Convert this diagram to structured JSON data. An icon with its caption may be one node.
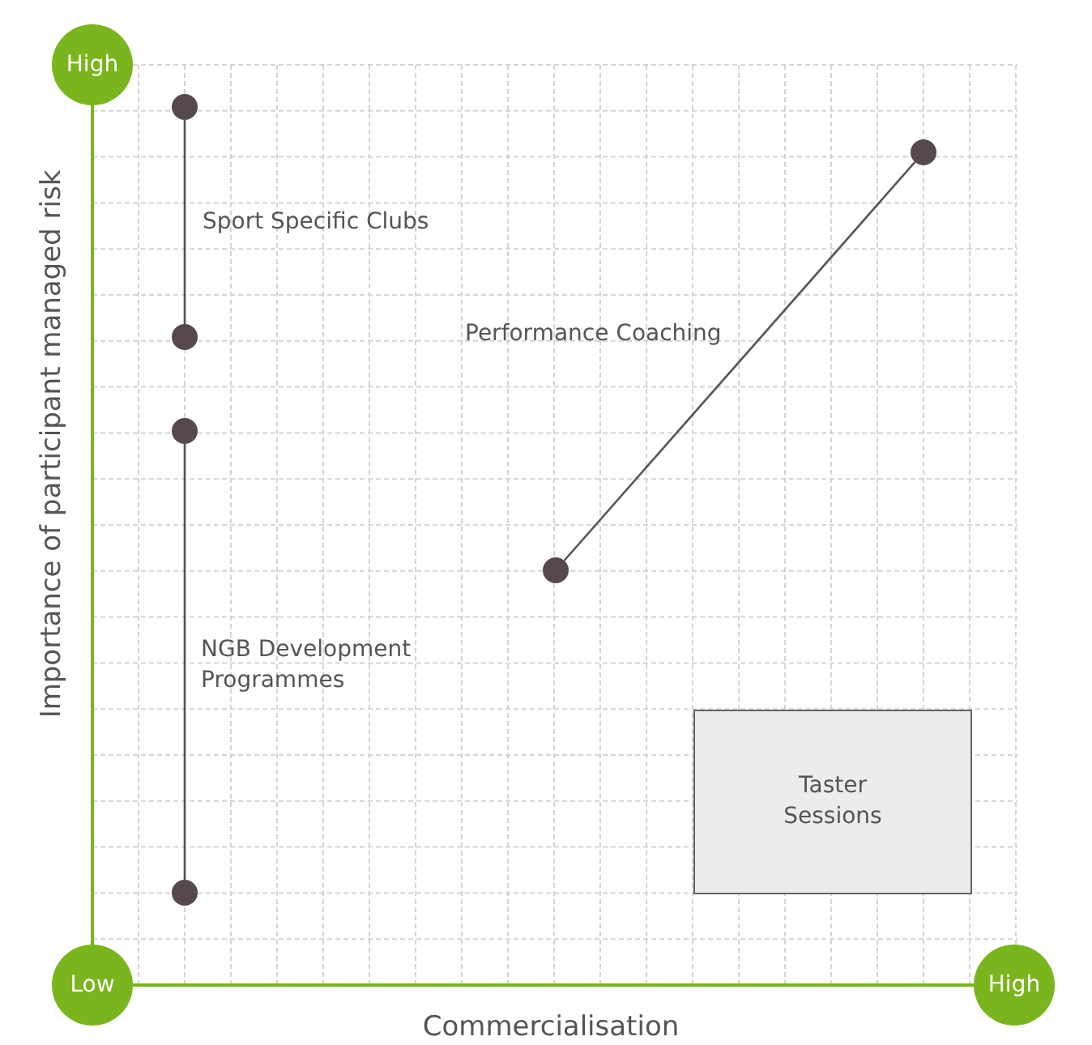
{
  "diagram": {
    "nodes": [
      {
        "text": [
          "High"
        ]
      },
      {
        "text": [],
        "shape": "circle"
      },
      {
        "text": [],
        "shape": "circle"
      },
      {
        "text": [],
        "shape": "circle"
      },
      {
        "text": [],
        "shape": "circle"
      },
      {
        "text": [],
        "shape": "circle"
      },
      {
        "text": [
          "Taster Sessions"
        ]
      },
      {
        "text": [],
        "shape": "circle"
      },
      {
        "text": [
          "Low"
        ]
      },
      {
        "text": [
          "High"
        ]
      }
    ],
    "edges": [
      {
        "from": 1,
        "to": 3,
        "arrow": "none",
        "label": "Sport Specific Clubs"
      },
      {
        "from": 5,
        "to": 2,
        "arrow": "none",
        "label": "Performance Coaching"
      },
      {
        "from": 4,
        "to": 7,
        "arrow": "none",
        "label": "NGB Development Programmes"
      }
    ],
    "labels": [
      "Importance of participant managed risk",
      "Commercialisation"
    ]
  }
}
